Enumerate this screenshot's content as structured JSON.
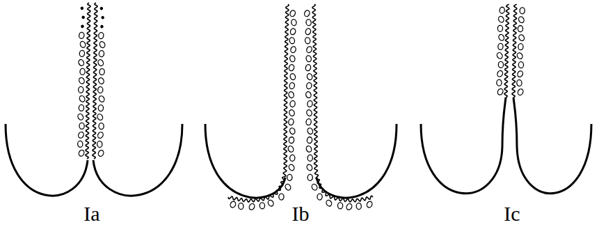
{
  "diagram": {
    "labels": [
      "Ia",
      "Ib",
      "Ic"
    ]
  }
}
